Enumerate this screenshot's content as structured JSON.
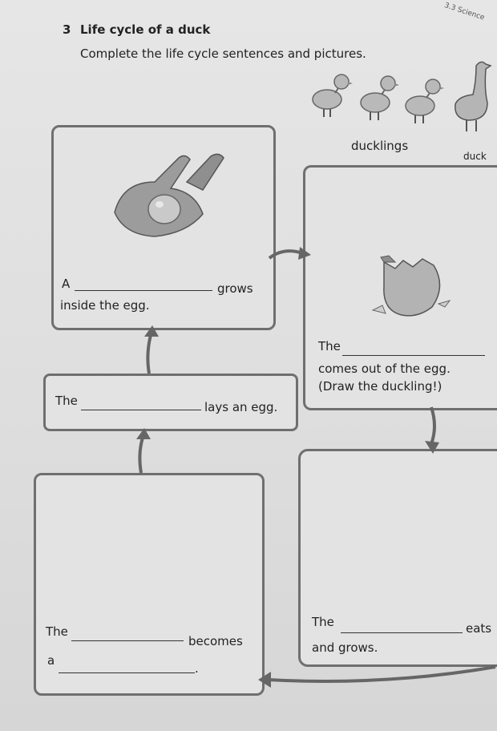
{
  "corner_label": "3.3 Science",
  "question": {
    "number": "3",
    "title": "Life cycle of a duck",
    "instruction": "Complete the life cycle sentences and pictures."
  },
  "picture_labels": {
    "ducklings": "ducklings",
    "duck": "duck"
  },
  "stages": {
    "egg": {
      "line1_prefix": "A",
      "line1_suffix": "grows",
      "line2": "inside the egg."
    },
    "hatch": {
      "line1_prefix": "The",
      "line2": "comes out of the egg.",
      "line3": "(Draw the duckling!)"
    },
    "lay": {
      "prefix": "The",
      "suffix": "lays an egg."
    },
    "eats": {
      "line1_prefix": "The",
      "line1_suffix": "eats",
      "line2": "and grows."
    },
    "becomes": {
      "line1_prefix": "The",
      "line1_suffix": "becomes",
      "line2_prefix": "a",
      "line2_suffix": "."
    }
  }
}
